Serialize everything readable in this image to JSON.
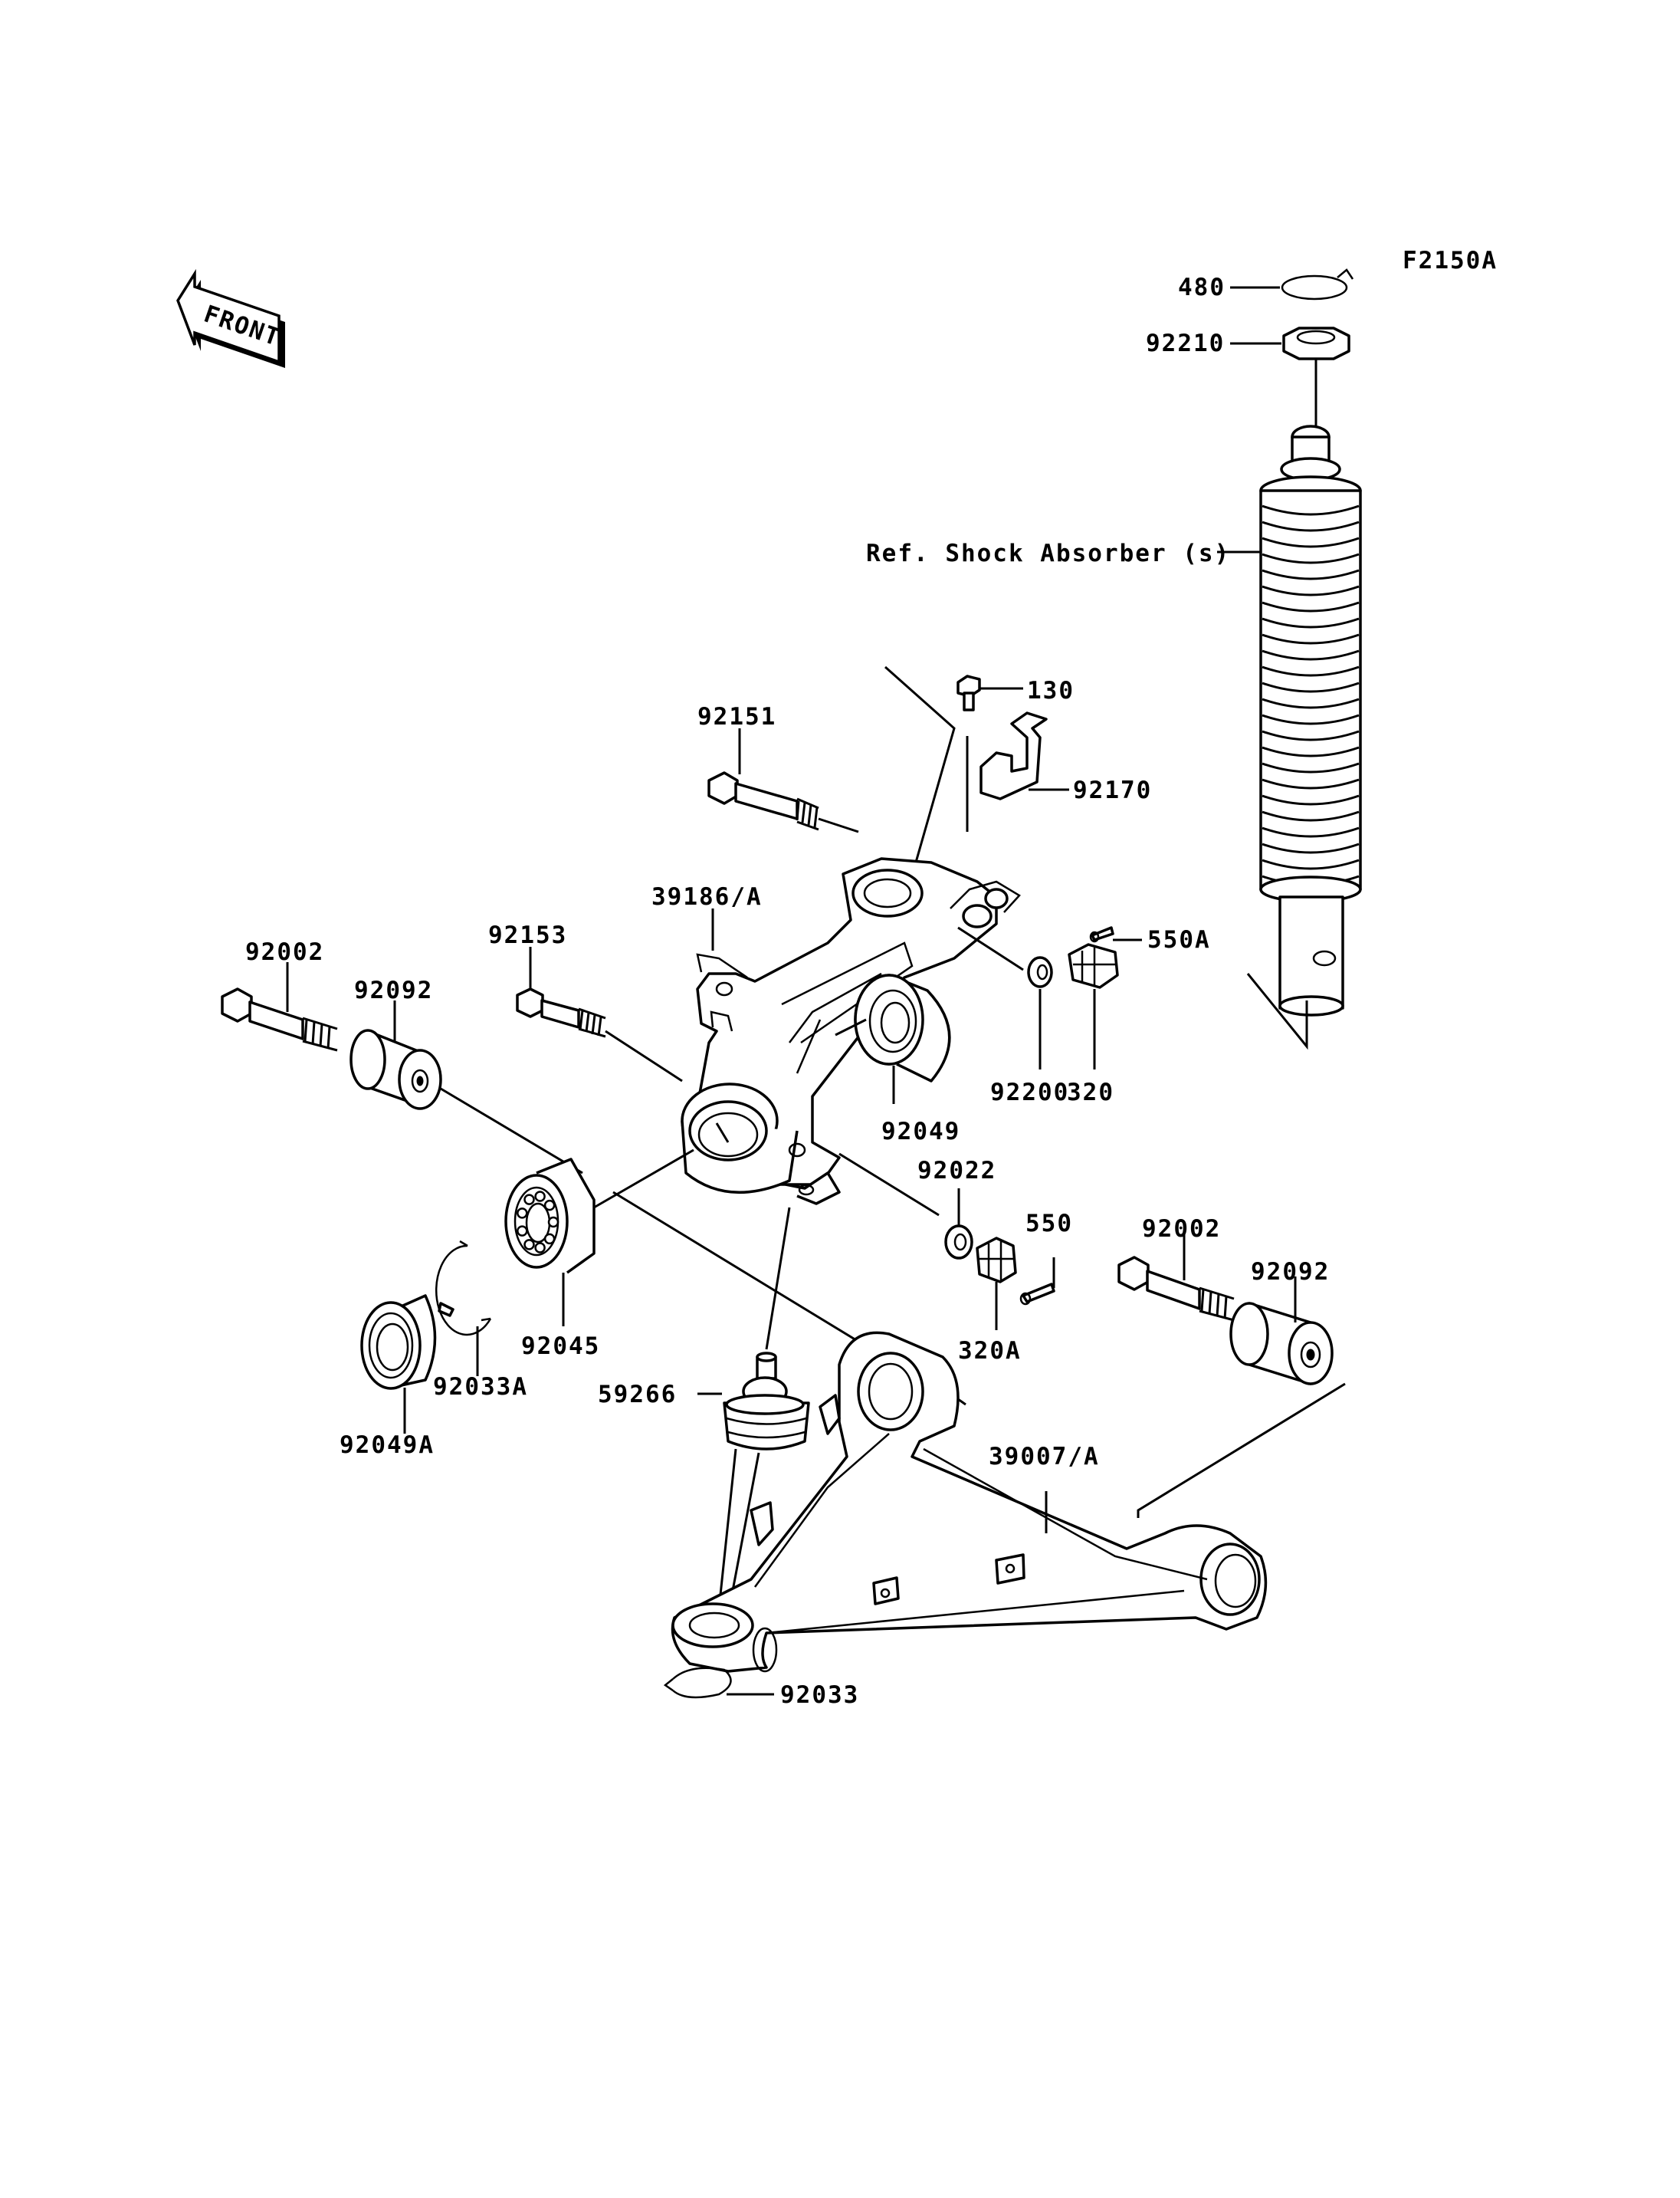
{
  "figure_code": "F2150A",
  "front_marker": {
    "label": "FRONT",
    "icon": "front-arrow-icon"
  },
  "reference": "Ref. Shock Absorber (s)",
  "callouts": {
    "p480": "480",
    "p92210": "92210",
    "p130": "130",
    "p92151": "92151",
    "p92170": "92170",
    "p39186A": "39186/A",
    "p550A": "550A",
    "p92153": "92153",
    "p92002_left": "92002",
    "p92092_left": "92092",
    "p92200": "92200",
    "p320": "320",
    "p92049": "92049",
    "p92022": "92022",
    "p550": "550",
    "p92002_right": "92002",
    "p92092_right": "92092",
    "p92045": "92045",
    "p320A": "320A",
    "p92033A": "92033A",
    "p59266": "59266",
    "p92049A": "92049A",
    "p39007A": "39007/A",
    "p92033": "92033"
  }
}
